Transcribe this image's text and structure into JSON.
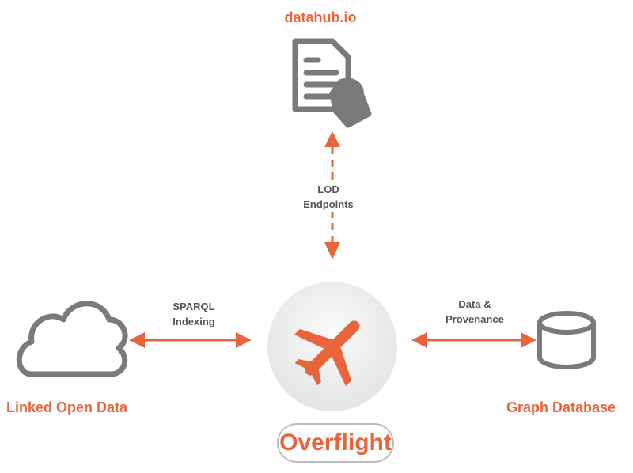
{
  "nodes": {
    "datahub": {
      "label": "datahub.io",
      "icon": "document-hand-icon"
    },
    "linked_open_data": {
      "label": "Linked Open Data",
      "icon": "cloud-icon"
    },
    "graph_database": {
      "label": "Graph Database",
      "icon": "database-cylinder-icon"
    },
    "overflight": {
      "label": "Overflight",
      "icon": "airplane-icon"
    }
  },
  "edges": {
    "lod_endpoints": {
      "line1": "LOD",
      "line2": "Endpoints",
      "style": "dashed",
      "direction": "bidirectional"
    },
    "sparql_indexing": {
      "line1": "SPARQL",
      "line2": "Indexing",
      "style": "solid",
      "direction": "bidirectional"
    },
    "data_provenance": {
      "line1": "Data &",
      "line2": "Provenance",
      "style": "solid",
      "direction": "bidirectional"
    }
  },
  "colors": {
    "accent": "#e8643a",
    "icon_gray": "#7a7a7a",
    "edge_label": "#555555"
  }
}
